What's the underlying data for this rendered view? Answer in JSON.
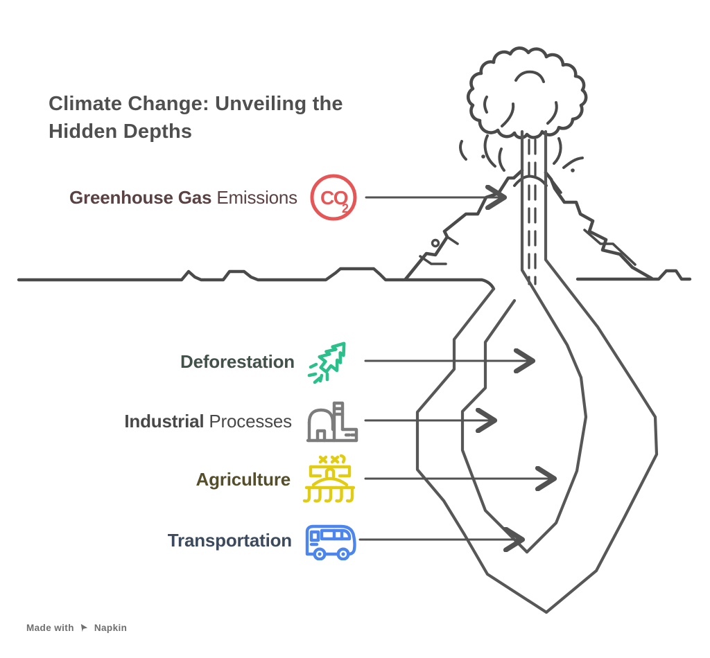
{
  "title": "Climate Change: Unveiling the Hidden Depths",
  "rows": [
    {
      "strong": "Greenhouse Gas",
      "normal": "Emissions",
      "text_color": "#5a4143",
      "icon": "co2-icon",
      "icon_color": "#e65656"
    },
    {
      "strong": "Deforestation",
      "normal": "",
      "text_color": "#42514a",
      "icon": "falling-tree-icon",
      "icon_color": "#2abf8b"
    },
    {
      "strong": "Industrial",
      "normal": "Processes",
      "text_color": "#484848",
      "icon": "factory-icon",
      "icon_color": "#7c7c7c"
    },
    {
      "strong": "Agriculture",
      "normal": "",
      "text_color": "#544f2a",
      "icon": "harrow-icon",
      "icon_color": "#e0cc12"
    },
    {
      "strong": "Transportation",
      "normal": "",
      "text_color": "#3d4a5e",
      "icon": "bus-icon",
      "icon_color": "#4c85ee"
    }
  ],
  "co2_badge": {
    "main": "CO",
    "sub": "2"
  },
  "footer": {
    "made_with": "Made with",
    "brand": "Napkin"
  },
  "colors": {
    "line_art": "#4a4a4a",
    "underground": "#575757",
    "arrow": "#525252",
    "title": "#4f4f4f",
    "footer": "#6e6e6e"
  }
}
